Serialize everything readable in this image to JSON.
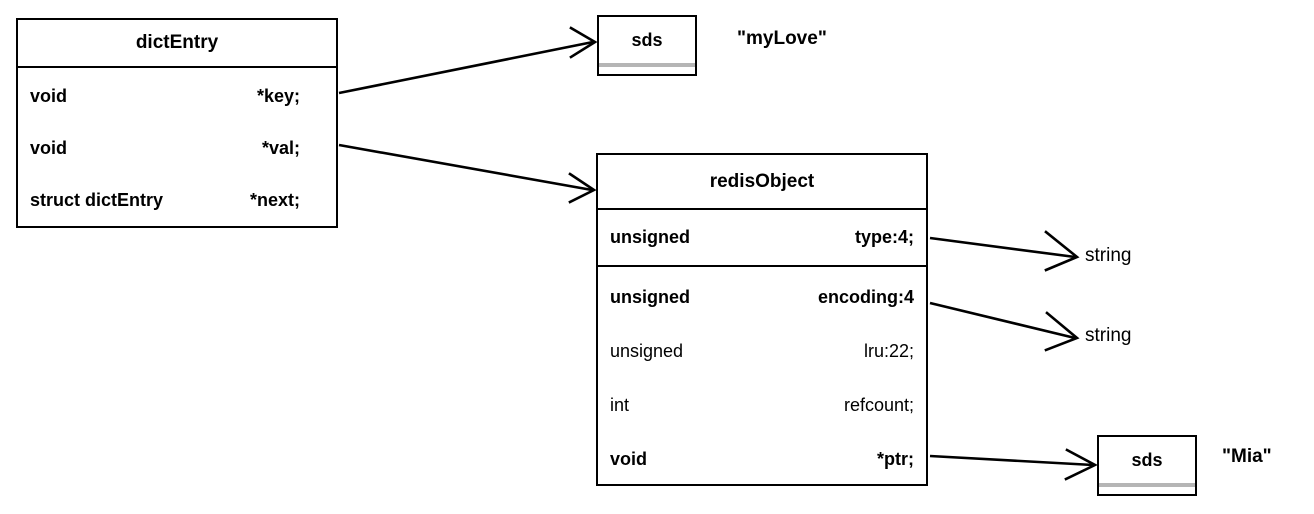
{
  "diagram": {
    "title": "Redis dictEntry to redisObject reference diagram",
    "stroke_color": "#000000",
    "background_color": "#ffffff",
    "sds_rule_color": "#b5b5b5"
  },
  "dict_entry": {
    "title": "dictEntry",
    "fields": [
      {
        "type": "void",
        "name": "*key;",
        "weight": "bold"
      },
      {
        "type": "void",
        "name": "*val;",
        "weight": "bold"
      },
      {
        "type": "struct dictEntry",
        "name": "*next;",
        "weight": "bold"
      }
    ]
  },
  "redis_object": {
    "title": "redisObject",
    "section_one": [
      {
        "type": "unsigned",
        "name": "type:4;",
        "weight": "bold"
      }
    ],
    "section_two": [
      {
        "type": "unsigned",
        "name": "encoding:4",
        "weight": "bold"
      },
      {
        "type": "unsigned",
        "name": "lru:22;",
        "weight": "normal"
      },
      {
        "type": "int",
        "name": "refcount;",
        "weight": "normal"
      },
      {
        "type": "void",
        "name": "*ptr;",
        "weight": "bold"
      }
    ]
  },
  "sds_key": {
    "title": "sds"
  },
  "sds_ptr": {
    "title": "sds"
  },
  "literals": {
    "key_value": "\"myLove\"",
    "ptr_value": "\"Mia\""
  },
  "annotations": {
    "type_string": "string",
    "encoding_string": "string"
  },
  "connectors": [
    {
      "name": "key-to-sds",
      "from": "dictEntry.*key;",
      "to": "sds (\"myLove\")"
    },
    {
      "name": "val-to-redisobject",
      "from": "dictEntry.*val;",
      "to": "redisObject"
    },
    {
      "name": "type-to-string",
      "from": "redisObject.type:4;",
      "to": "string"
    },
    {
      "name": "encoding-to-string",
      "from": "redisObject.encoding:4",
      "to": "string"
    },
    {
      "name": "ptr-to-sds",
      "from": "redisObject.*ptr;",
      "to": "sds (\"Mia\")"
    }
  ]
}
